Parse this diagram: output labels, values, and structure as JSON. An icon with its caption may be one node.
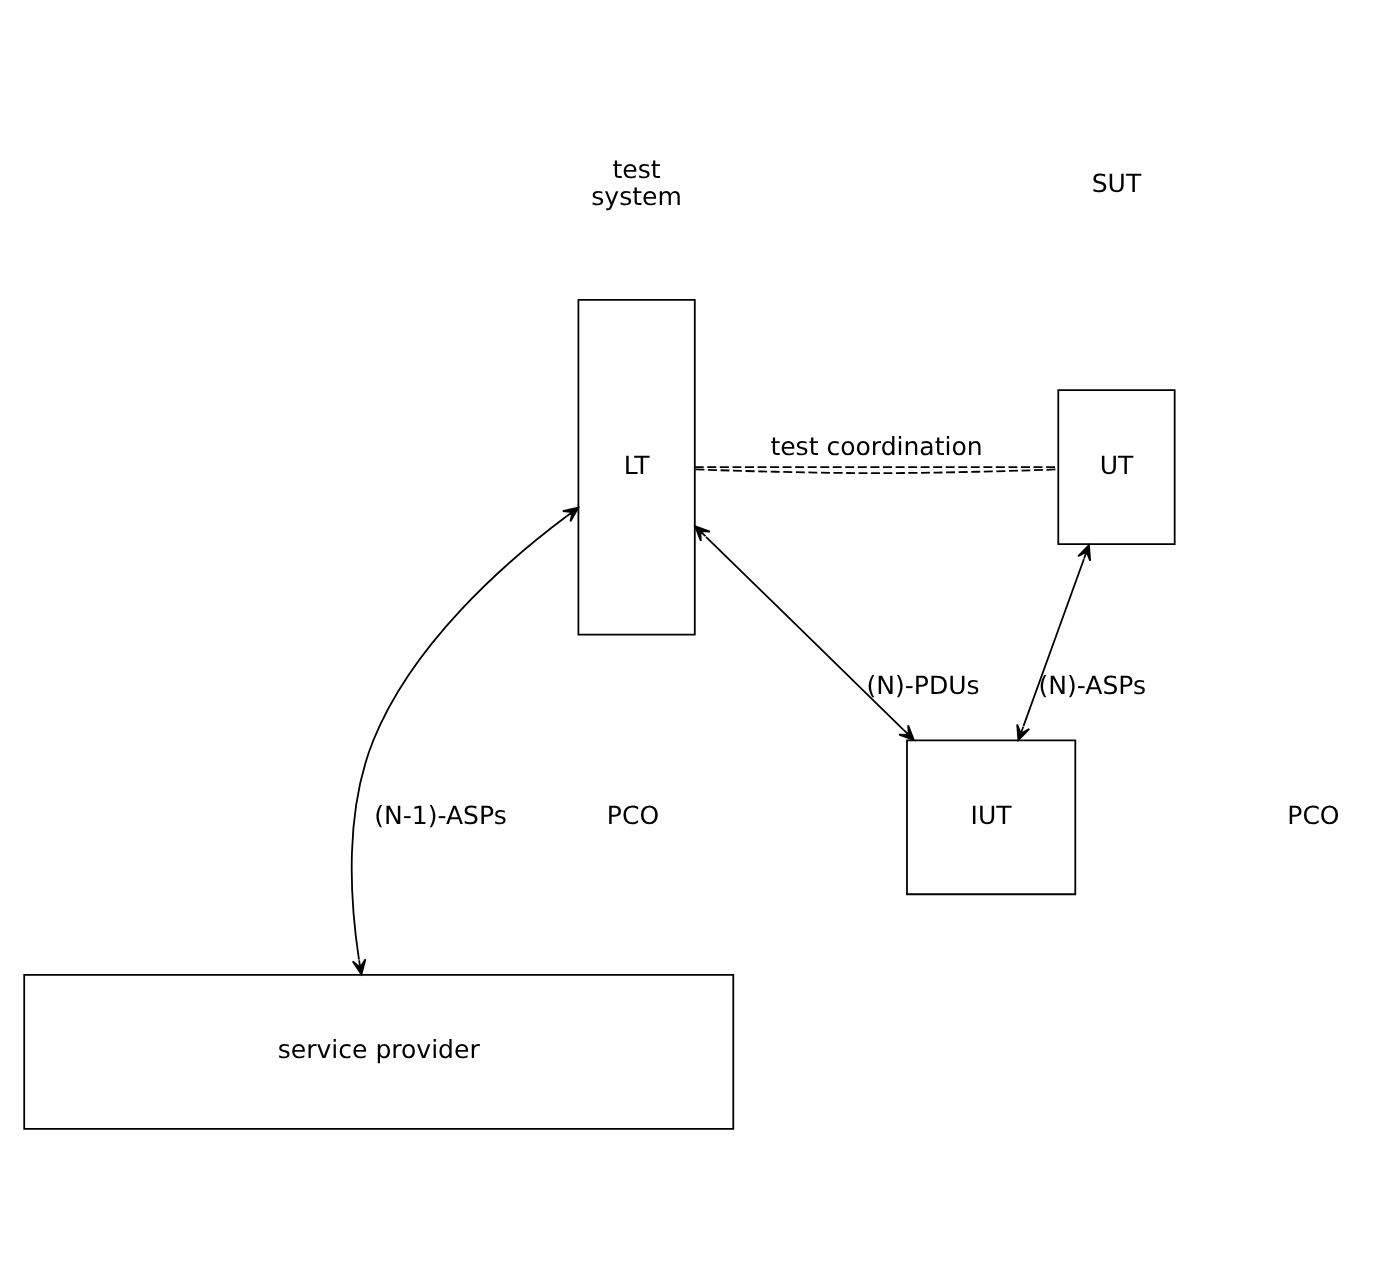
{
  "diagram": {
    "nodes": [
      {
        "text": [
          "LT"
        ]
      },
      {
        "text": [
          "UT"
        ]
      },
      {
        "text": [
          "IUT"
        ]
      },
      {
        "text": [
          "service provider"
        ]
      }
    ],
    "edges": [
      {
        "from": 0,
        "to": 1,
        "arrow": "none",
        "style": "dashed"
      },
      {
        "from": 0,
        "to": 1,
        "arrow": "none",
        "style": "dashed",
        "label": "test coordination"
      },
      {
        "from": 1,
        "to": 2,
        "arrow": "both",
        "label": "(N)-ASPs"
      },
      {
        "from": 0,
        "to": 2,
        "arrow": "both",
        "label": "(N)-PDUs"
      },
      {
        "from": 0,
        "to": 3,
        "arrow": "both",
        "label": "(N-1)-ASPs"
      }
    ],
    "labels": [
      "test system",
      "SUT",
      "PCO",
      "PCO"
    ]
  }
}
